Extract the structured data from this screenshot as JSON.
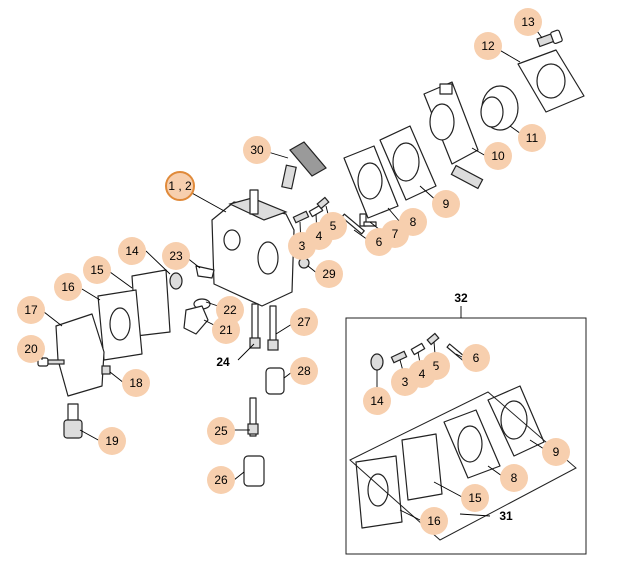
{
  "labels": {
    "l13": "13",
    "l12": "12",
    "l11": "11",
    "l10": "10",
    "l30": "30",
    "l1_2": "1 , 2",
    "l9a": "9",
    "l8a": "8",
    "l7": "7",
    "l6a": "6",
    "l5a": "5",
    "l4a": "4",
    "l3a": "3",
    "l14a": "14",
    "l23": "23",
    "l29": "29",
    "l15a": "15",
    "l16a": "16",
    "l17": "17",
    "l22": "22",
    "l21": "21",
    "l20": "20",
    "l18": "18",
    "l19": "19",
    "l24": "24",
    "l27": "27",
    "l28": "28",
    "l25": "25",
    "l26": "26",
    "l32": "32",
    "l6b": "6",
    "l5b": "5",
    "l4b": "4",
    "l3b": "3",
    "l14b": "14",
    "l9b": "9",
    "l8b": "8",
    "l15b": "15",
    "l16b": "16",
    "l31": "31"
  },
  "colors": {
    "badge_fill": "#f7cfae",
    "badge_highlight_ring": "#e08a3a",
    "line": "#222222"
  }
}
